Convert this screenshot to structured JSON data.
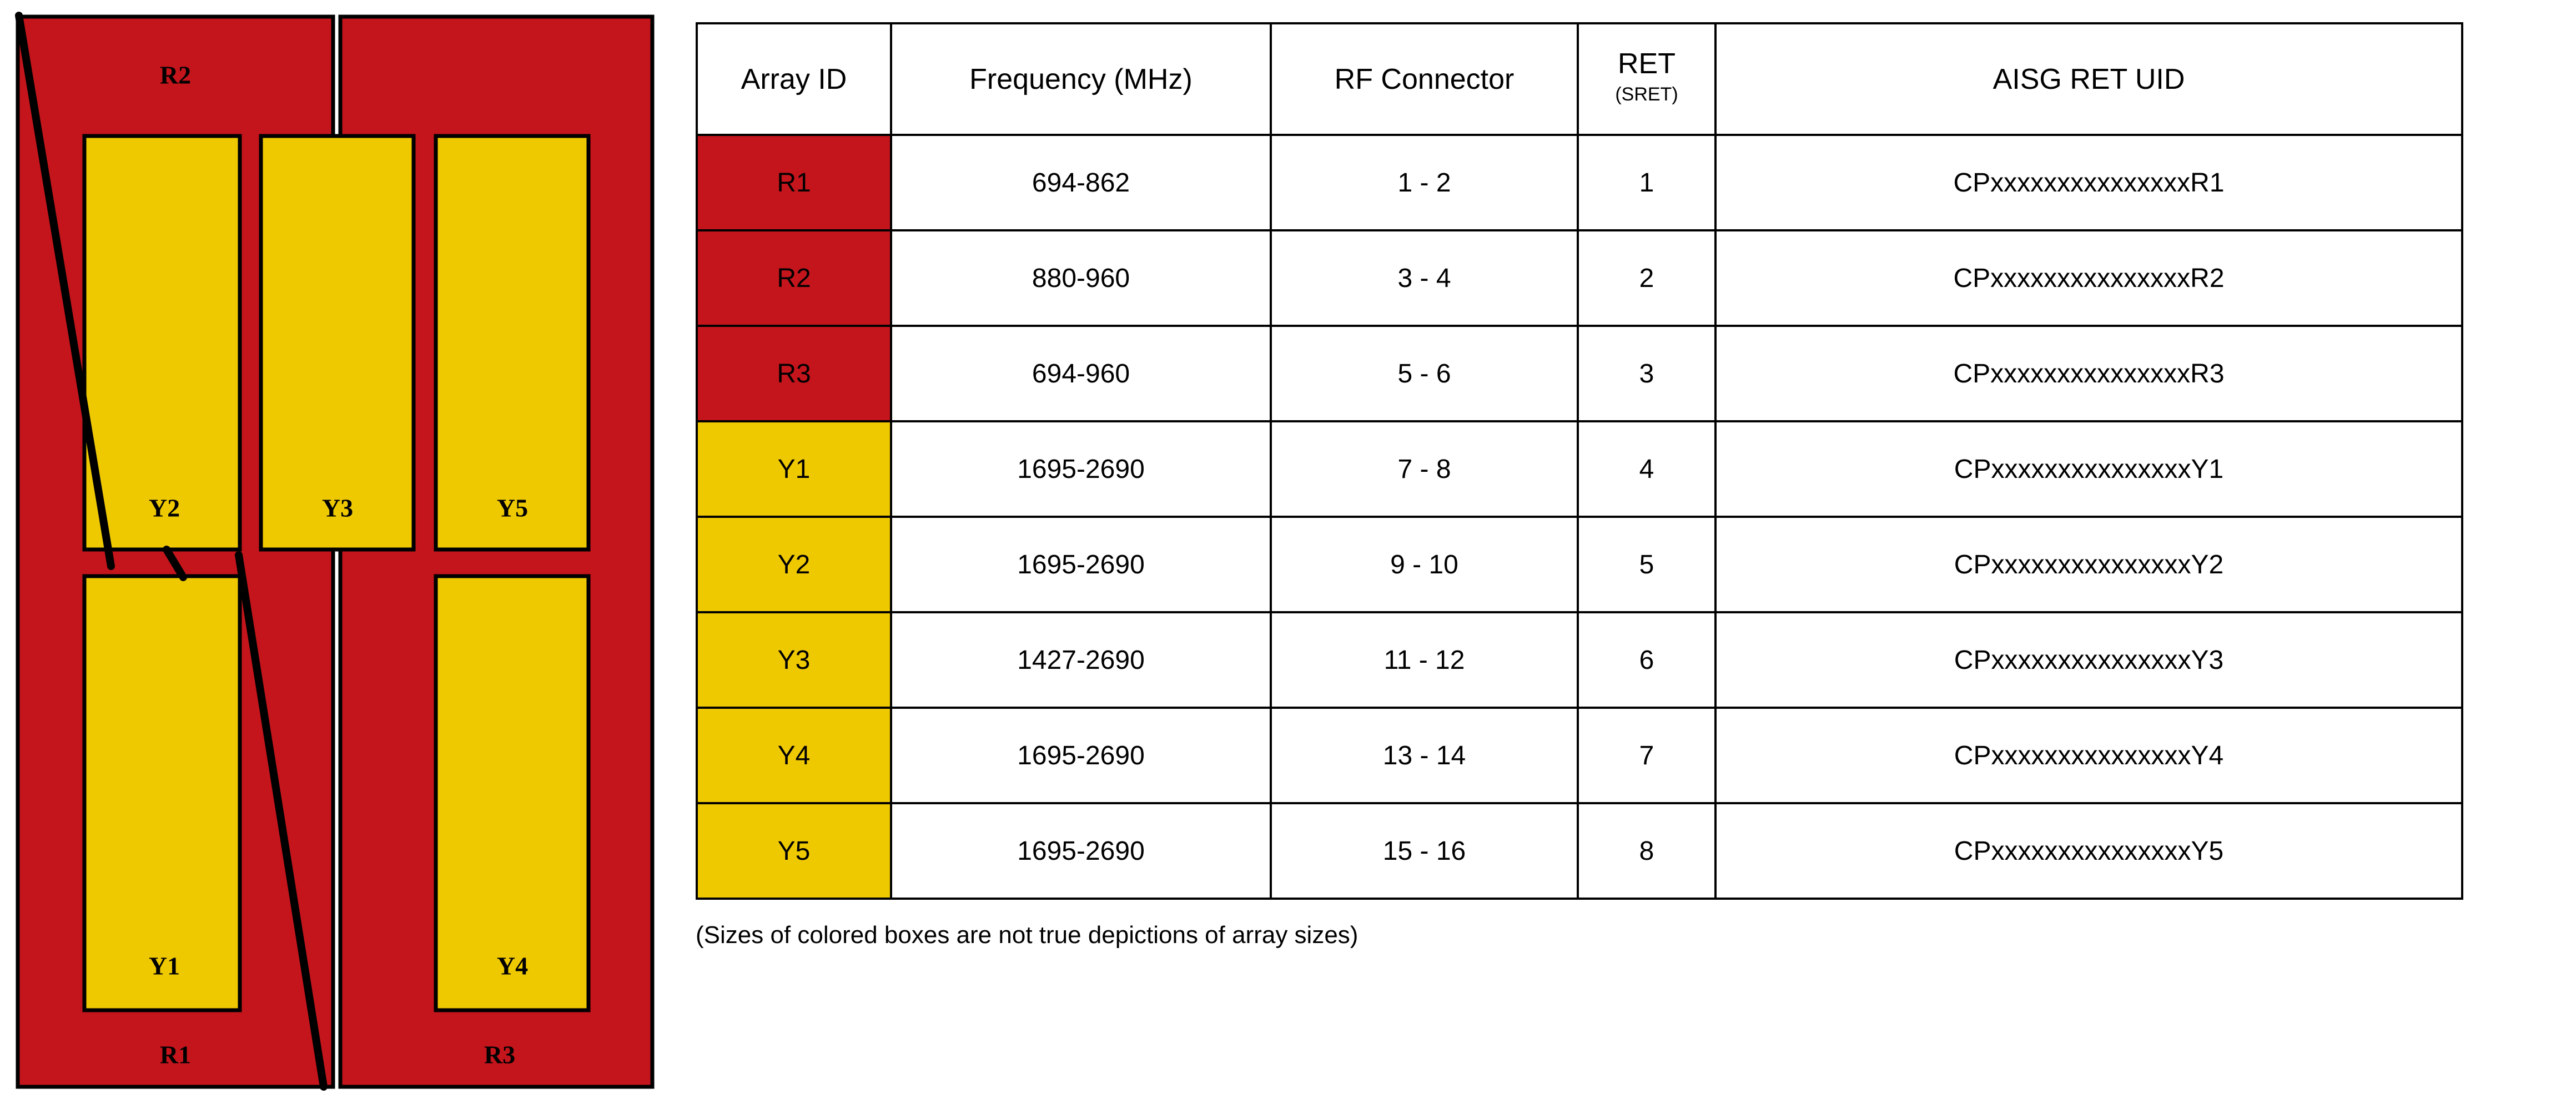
{
  "colors": {
    "red_array": "#C4151C",
    "yellow_array": "#EFC900",
    "outline": "#000000",
    "background": "#FFFFFF"
  },
  "diagram": {
    "caption_note": "(Sizes of colored boxes are not true depictions of array sizes)",
    "left_panel_labels": {
      "top": "R2",
      "bottom": "R1"
    },
    "right_panel_labels": {
      "bottom": "R3"
    },
    "yellow_boxes": [
      {
        "label": "Y2",
        "panel": "left",
        "position": "upper-left"
      },
      {
        "label": "Y3",
        "panel": "left",
        "position": "upper-right"
      },
      {
        "label": "Y5",
        "panel": "right",
        "position": "upper"
      },
      {
        "label": "Y1",
        "panel": "left",
        "position": "lower"
      },
      {
        "label": "Y4",
        "panel": "right",
        "position": "lower"
      }
    ]
  },
  "table": {
    "headers": {
      "array_id": "Array ID",
      "frequency": "Frequency (MHz)",
      "rf_connector": "RF Connector",
      "ret_main": "RET",
      "ret_sub": "(SRET)",
      "aisg_ret_uid": "AISG RET UID"
    },
    "rows": [
      {
        "array_id": "R1",
        "type": "red",
        "frequency": "694-862",
        "rf_connector": "1 - 2",
        "ret": "1",
        "aisg_ret_uid": "CPxxxxxxxxxxxxxxxR1"
      },
      {
        "array_id": "R2",
        "type": "red",
        "frequency": "880-960",
        "rf_connector": "3 - 4",
        "ret": "2",
        "aisg_ret_uid": "CPxxxxxxxxxxxxxxxR2"
      },
      {
        "array_id": "R3",
        "type": "red",
        "frequency": "694-960",
        "rf_connector": "5 - 6",
        "ret": "3",
        "aisg_ret_uid": "CPxxxxxxxxxxxxxxxR3"
      },
      {
        "array_id": "Y1",
        "type": "yellow",
        "frequency": "1695-2690",
        "rf_connector": "7 - 8",
        "ret": "4",
        "aisg_ret_uid": "CPxxxxxxxxxxxxxxxY1"
      },
      {
        "array_id": "Y2",
        "type": "yellow",
        "frequency": "1695-2690",
        "rf_connector": "9 - 10",
        "ret": "5",
        "aisg_ret_uid": "CPxxxxxxxxxxxxxxxY2"
      },
      {
        "array_id": "Y3",
        "type": "yellow",
        "frequency": "1427-2690",
        "rf_connector": "11 - 12",
        "ret": "6",
        "aisg_ret_uid": "CPxxxxxxxxxxxxxxxY3"
      },
      {
        "array_id": "Y4",
        "type": "yellow",
        "frequency": "1695-2690",
        "rf_connector": "13 - 14",
        "ret": "7",
        "aisg_ret_uid": "CPxxxxxxxxxxxxxxxY4"
      },
      {
        "array_id": "Y5",
        "type": "yellow",
        "frequency": "1695-2690",
        "rf_connector": "15 - 16",
        "ret": "8",
        "aisg_ret_uid": "CPxxxxxxxxxxxxxxxY5"
      }
    ]
  },
  "footnote": "(Sizes of colored boxes are not true depictions of array sizes)"
}
